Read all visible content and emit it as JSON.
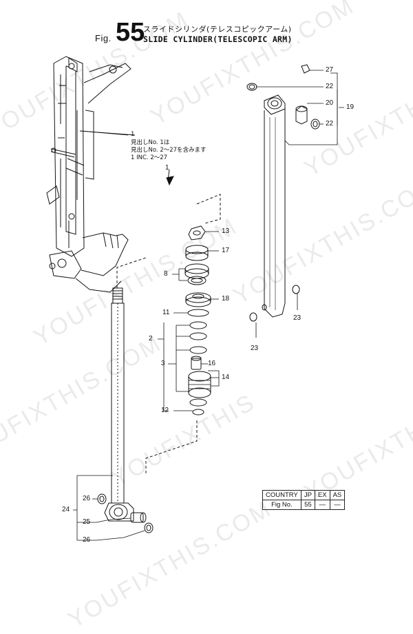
{
  "header": {
    "fig_prefix": "Fig.",
    "fig_number": "55",
    "title_jp": "スライドシリンダ(テレスコピックアーム)",
    "title_en": "SLIDE CYLINDER(TELESCOPIC ARM)"
  },
  "note": {
    "ref": "1",
    "line1": "見出しNo. 1は",
    "line2": "見出しNo. 2～27を含みます",
    "line3": "1 INC. 2～27"
  },
  "callouts": {
    "c1": "1",
    "c2": "2",
    "c3": "3",
    "c8": "8",
    "c11": "11",
    "c12": "12",
    "c13": "13",
    "c14": "14",
    "c16": "16",
    "c17": "17",
    "c18": "18",
    "c19": "19",
    "c20": "20",
    "c22a": "22",
    "c22b": "22",
    "c23a": "23",
    "c23b": "23",
    "c24": "24",
    "c25": "25",
    "c26a": "26",
    "c26b": "26",
    "c27": "27"
  },
  "country_table": {
    "country_label": "COUNTRY",
    "countries": [
      "JP",
      "EX",
      "AS"
    ],
    "fig_label": "Fig No.",
    "values": [
      "55",
      "—",
      "—"
    ]
  },
  "watermark": {
    "text_a": "YOUFIXTHIS.COM",
    "text_b": "YOUFIXTHIS"
  }
}
